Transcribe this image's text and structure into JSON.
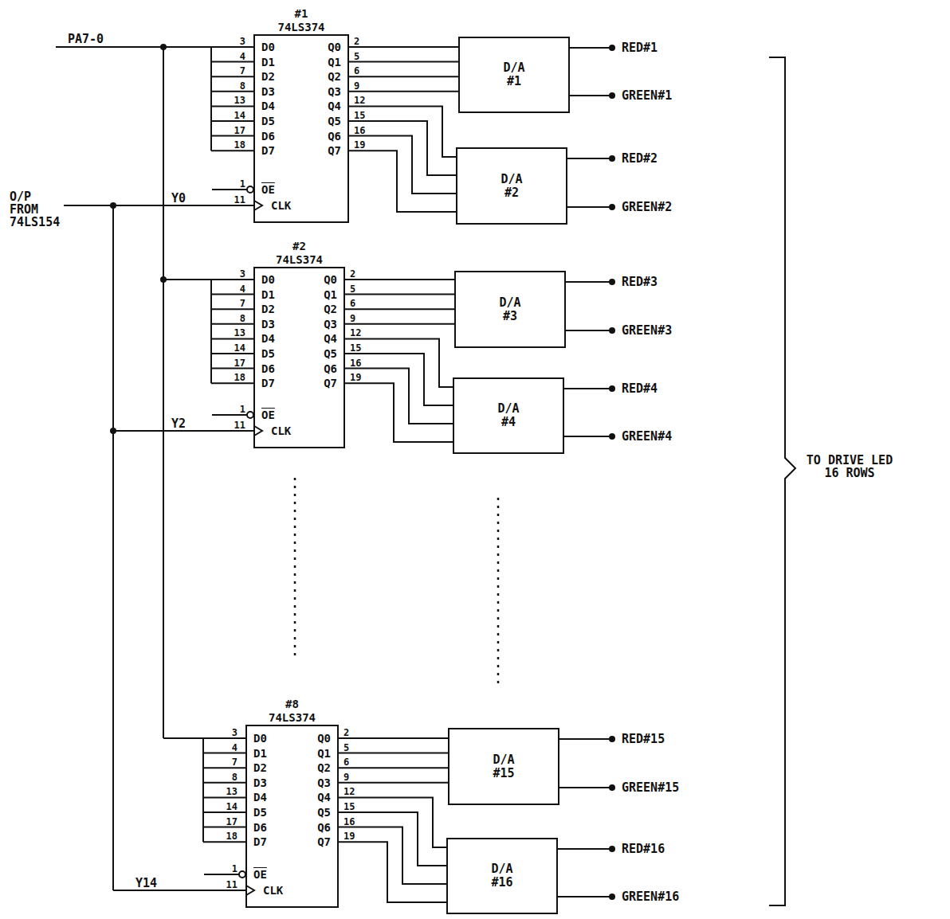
{
  "diagram": {
    "nodes": [
      {
        "text": [
          "#1",
          "74LS374",
          "D0",
          "D1",
          "D2",
          "D3",
          "D4",
          "D5",
          "D6",
          "D7",
          "Q0",
          "Q1",
          "Q2",
          "Q3",
          "Q4",
          "Q5",
          "Q6",
          "Q7",
          "OE",
          "CLK"
        ]
      },
      {
        "text": [
          "D/A #1"
        ]
      },
      {
        "text": [
          "D/A #2"
        ]
      },
      {
        "text": [
          "#2",
          "74LS374",
          "D0",
          "D1",
          "D2",
          "D3",
          "D4",
          "D5",
          "D6",
          "D7",
          "Q0",
          "Q1",
          "Q2",
          "Q3",
          "Q4",
          "Q5",
          "Q6",
          "Q7",
          "OE",
          "CLK"
        ]
      },
      {
        "text": [
          "D/A #3"
        ]
      },
      {
        "text": [
          "D/A #4"
        ]
      },
      {
        "text": [
          "#8",
          "74LS374",
          "D0",
          "D1",
          "D2",
          "D3",
          "D4",
          "D5",
          "D6",
          "D7",
          "Q0",
          "Q1",
          "Q2",
          "Q3",
          "Q4",
          "Q5",
          "Q6",
          "Q7",
          "OE",
          "CLK"
        ]
      },
      {
        "text": [
          "D/A #15"
        ]
      },
      {
        "text": [
          "D/A #16"
        ]
      }
    ],
    "edges": [
      {
        "from": 0,
        "to": 1,
        "arrow": "none"
      },
      {
        "from": 0,
        "to": 2,
        "arrow": "none"
      },
      {
        "from": 3,
        "to": 4,
        "arrow": "none"
      },
      {
        "from": 3,
        "to": 5,
        "arrow": "none"
      },
      {
        "from": 6,
        "to": 7,
        "arrow": "none"
      },
      {
        "from": 6,
        "to": 8,
        "arrow": "none"
      }
    ],
    "labels": [
      "PA7-0",
      "O/P FROM 74LS154",
      "Y0",
      "Y2",
      "Y14",
      "3",
      "4",
      "7",
      "8",
      "13",
      "14",
      "17",
      "18",
      "1",
      "11",
      "2",
      "5",
      "6",
      "9",
      "12",
      "15",
      "16",
      "19",
      "3",
      "4",
      "7",
      "8",
      "13",
      "14",
      "17",
      "18",
      "1",
      "11",
      "2",
      "5",
      "6",
      "9",
      "12",
      "15",
      "16",
      "19",
      "3",
      "4",
      "7",
      "8",
      "13",
      "14",
      "17",
      "18",
      "1",
      "11",
      "2",
      "5",
      "6",
      "9",
      "12",
      "15",
      "16",
      "19",
      "RED#1",
      "GREEN#1",
      "RED#2",
      "GREEN#2",
      "RED#3",
      "GREEN#3",
      "RED#4",
      "GREEN#4",
      "RED#15",
      "GREEN#15",
      "RED#16",
      "GREEN#16",
      "TO DRIVE LED 16 ROWS"
    ]
  }
}
